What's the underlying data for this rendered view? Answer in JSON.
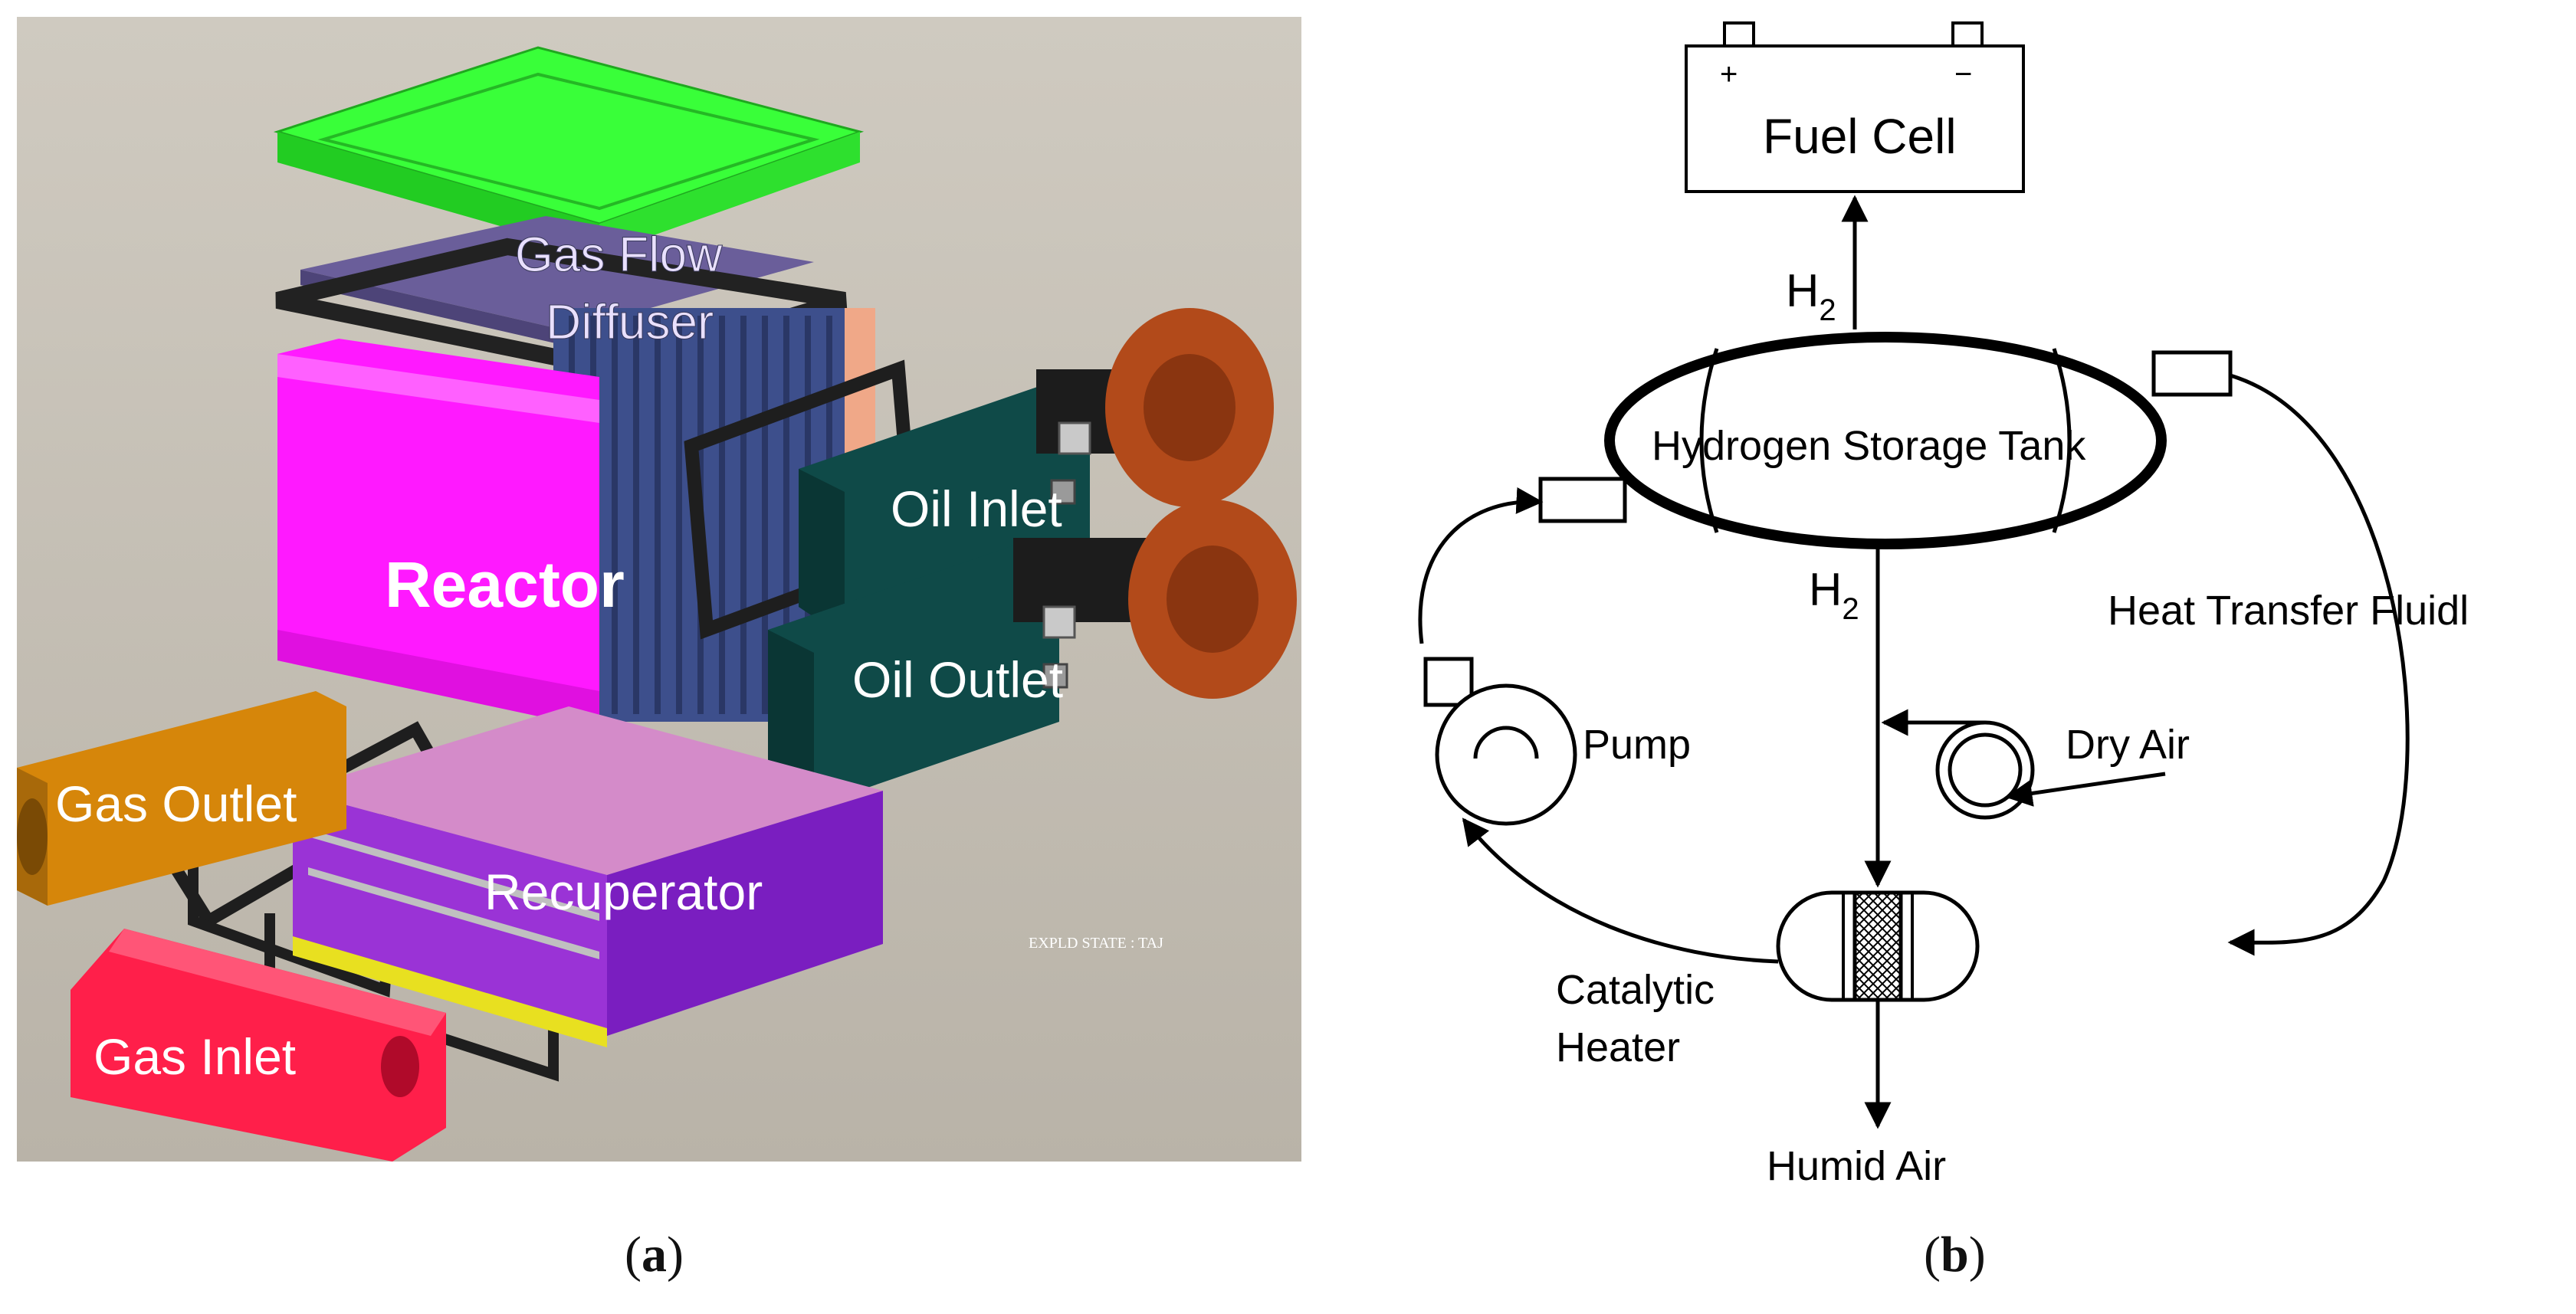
{
  "panel_a": {
    "labels": {
      "diffuser_line1": "Gas Flow",
      "diffuser_line2": "Diffuser",
      "reactor": "Reactor",
      "oil_inlet": "Oil Inlet",
      "oil_outlet": "Oil Outlet",
      "gas_outlet": "Gas Outlet",
      "recuperator": "Recuperator",
      "gas_inlet": "Gas Inlet",
      "stamp": "EXPLD STATE : TAJ"
    },
    "colors": {
      "background": "#c6c1b8",
      "top_plate": "#39ff39",
      "reactor": "#ff19ff",
      "fins": "#3d4f8c",
      "oil_blocks": "#0f4a48",
      "flanges": "#b24a1a",
      "gas_outlet": "#d6860a",
      "recuperator_top": "#d48bc9",
      "recuperator_body": "#9a33d6",
      "gas_inlet": "#ff1f4a"
    }
  },
  "panel_b": {
    "labels": {
      "fuel_cell": "Fuel Cell",
      "plus": "+",
      "minus": "−",
      "h2_top": "H",
      "h2_top_sub": "2",
      "tank": "Hydrogen Storage Tank",
      "h2_mid": "H",
      "h2_mid_sub": "2",
      "heat_transfer": "Heat Transfer Fluidl",
      "pump": "Pump",
      "dry_air": "Dry Air",
      "catalytic_line1": "Catalytic",
      "catalytic_line2": "Heater",
      "humid_air": "Humid Air"
    }
  },
  "captions": {
    "a_open": "(",
    "a_letter": "a",
    "a_close": ")",
    "b_open": "(",
    "b_letter": "b",
    "b_close": ")"
  }
}
